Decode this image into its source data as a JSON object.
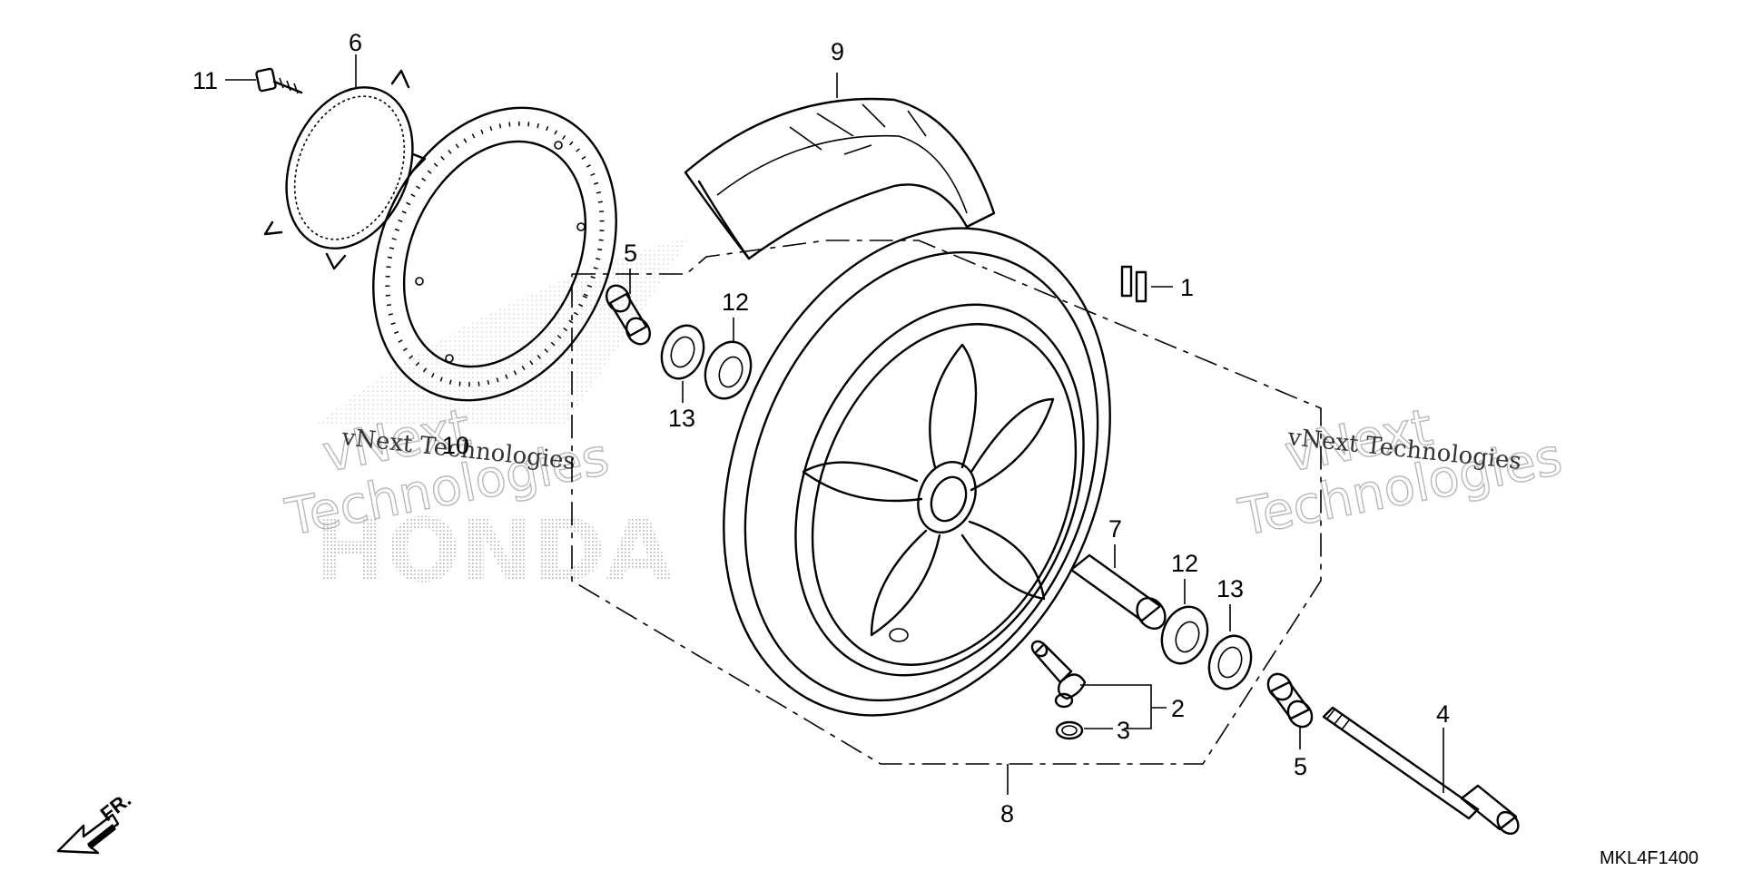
{
  "callouts": {
    "c1": "1",
    "c2": "2",
    "c3": "3",
    "c4": "4",
    "c5a": "5",
    "c5b": "5",
    "c6": "6",
    "c7": "7",
    "c8": "8",
    "c9": "9",
    "c10": "10",
    "c11": "11",
    "c12a": "12",
    "c12b": "12",
    "c13a": "13",
    "c13b": "13"
  },
  "front_label": "FR.",
  "diagram_code": "MKL4F1400",
  "watermarks": {
    "line_left": "vNext Technologies",
    "line_right": "vNext Technologies",
    "outline_left_top": "vNext",
    "outline_left_bottom": "Technologies",
    "outline_right_top": "vNext",
    "outline_right_bottom": "Technologies",
    "brand": "HONDA"
  },
  "icons": {
    "front_arrow": "arrow-icon",
    "wheel": "wheel-icon",
    "tire": "tire-icon",
    "brake_disc": "brake-disc-icon"
  }
}
